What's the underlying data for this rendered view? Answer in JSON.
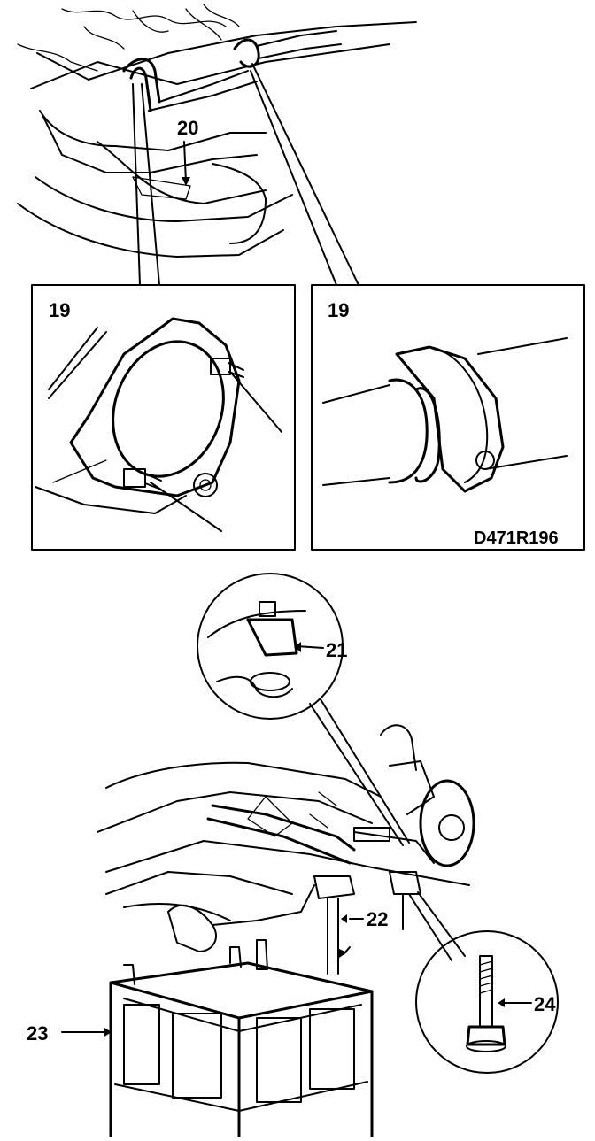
{
  "figure": {
    "callouts": {
      "c19_left": "19",
      "c19_right": "19",
      "c20": "20",
      "c21": "21",
      "c22": "22",
      "c23": "23",
      "c24": "24"
    },
    "reference_code": "D471R196"
  }
}
